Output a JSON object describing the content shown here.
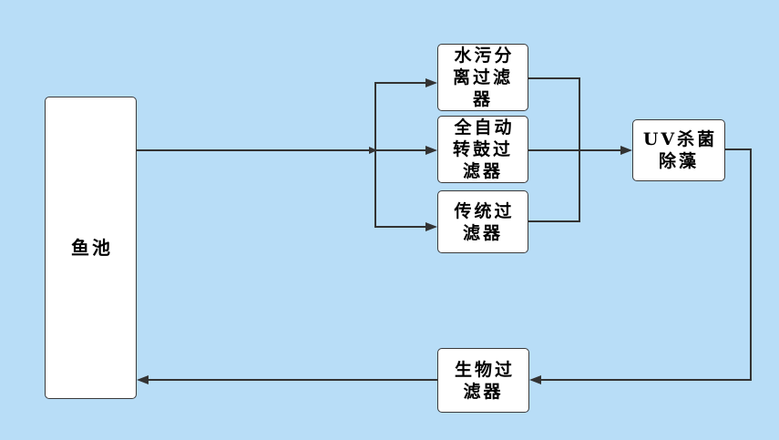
{
  "diagram": {
    "background_color": "#b8ddf7",
    "line_color": "#333333",
    "box_fill": "#ffffff",
    "box_border": "#3a3a3a",
    "nodes": {
      "fish_pond": {
        "label": "鱼池"
      },
      "water_sewage_filter": {
        "label": "水污分\n离过滤\n器"
      },
      "auto_drum_filter": {
        "label": "全自动\n转鼓过\n滤器"
      },
      "traditional_filter": {
        "label": "传统过\n滤器"
      },
      "uv_sterilizer": {
        "label": "UV杀菌\n除藻"
      },
      "bio_filter": {
        "label": "生物过\n滤器"
      }
    },
    "flows": [
      {
        "from": "鱼池",
        "to": "水污分离过滤器"
      },
      {
        "from": "鱼池",
        "to": "全自动转鼓过滤器"
      },
      {
        "from": "鱼池",
        "to": "传统过滤器"
      },
      {
        "from": "水污分离过滤器",
        "to": "UV杀菌除藻"
      },
      {
        "from": "全自动转鼓过滤器",
        "to": "UV杀菌除藻"
      },
      {
        "from": "传统过滤器",
        "to": "UV杀菌除藻"
      },
      {
        "from": "UV杀菌除藻",
        "to": "生物过滤器"
      },
      {
        "from": "生物过滤器",
        "to": "鱼池"
      }
    ]
  }
}
